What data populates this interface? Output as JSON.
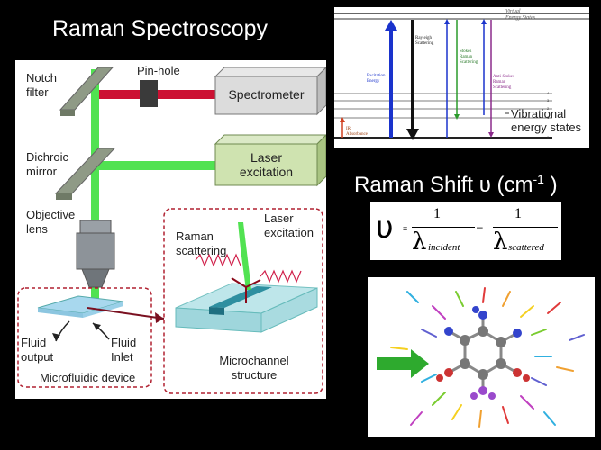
{
  "title": "Raman Spectroscopy",
  "setup": {
    "notch_filter": "Notch\nfilter",
    "pin_hole": "Pin-hole",
    "spectrometer": "Spectrometer",
    "dichroic_mirror": "Dichroic\nmirror",
    "laser_excitation": "Laser\nexcitation",
    "objective_lens": "Objective\nlens",
    "raman_scattering": "Raman\nscattering",
    "inset_laser_excitation": "Laser\nexcitation",
    "fluid_output": "Fluid\noutput",
    "fluid_inlet": "Fluid\nInlet",
    "microfluidic_device": "Microfluidic device",
    "microchannel_structure": "Microchannel\nstructure"
  },
  "energy_diagram": {
    "virtual_states": "Virtual\nEnergy States",
    "rayleigh": "Rayleigh\nScattering",
    "stokes": "Stokes\nRaman\nScattering",
    "anti_stokes": "Anti-Stokes\nRaman\nScattering",
    "excitation": "Excitation\nEnergy",
    "ir": "IR\nAbsorbance",
    "vibrational": "Vibrational\nenergy states",
    "levels": [
      "4",
      "3",
      "2",
      "1",
      "0"
    ]
  },
  "raman_shift": {
    "label": "Raman Shift υ (cm",
    "exponent": "-1",
    "close": " )"
  },
  "formula": {
    "lhs": "υ",
    "equals": "=",
    "numerator_1": "1",
    "numerator_2": "1",
    "denominator_1_sym": "λ",
    "denominator_1_sub": "incident",
    "minus": "–",
    "denominator_2_sym": "λ",
    "denominator_2_sub": "scattered"
  },
  "colors": {
    "laser_green": "#33dd33",
    "return_red": "#cc1133",
    "box_green": "#cfe3b0",
    "box_gray": "#e0e0e0",
    "dashed": "#b02030",
    "arrow_green": "#2eaa2e"
  }
}
